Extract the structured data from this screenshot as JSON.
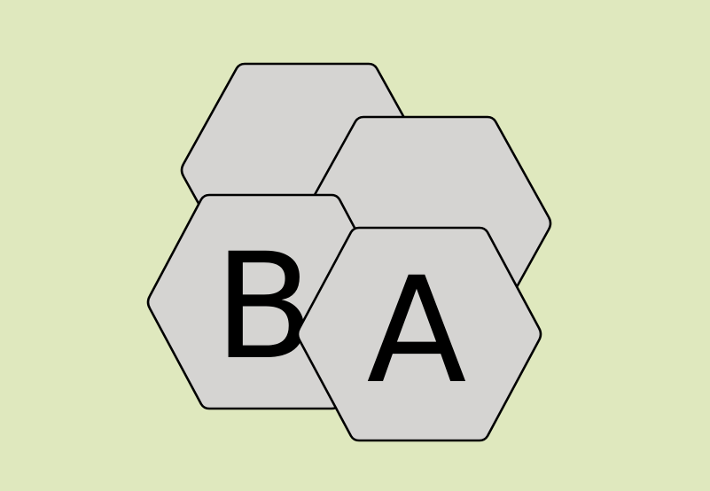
{
  "colors": {
    "background": "#dfe8be",
    "hex_fill": "#d5d4d2",
    "outline": "#000000",
    "text": "#000000"
  },
  "tiles": [
    {
      "id": "top-left",
      "label": ""
    },
    {
      "id": "top-right",
      "label": ""
    },
    {
      "id": "front-left",
      "label": "B"
    },
    {
      "id": "front-right",
      "label": "A"
    }
  ]
}
